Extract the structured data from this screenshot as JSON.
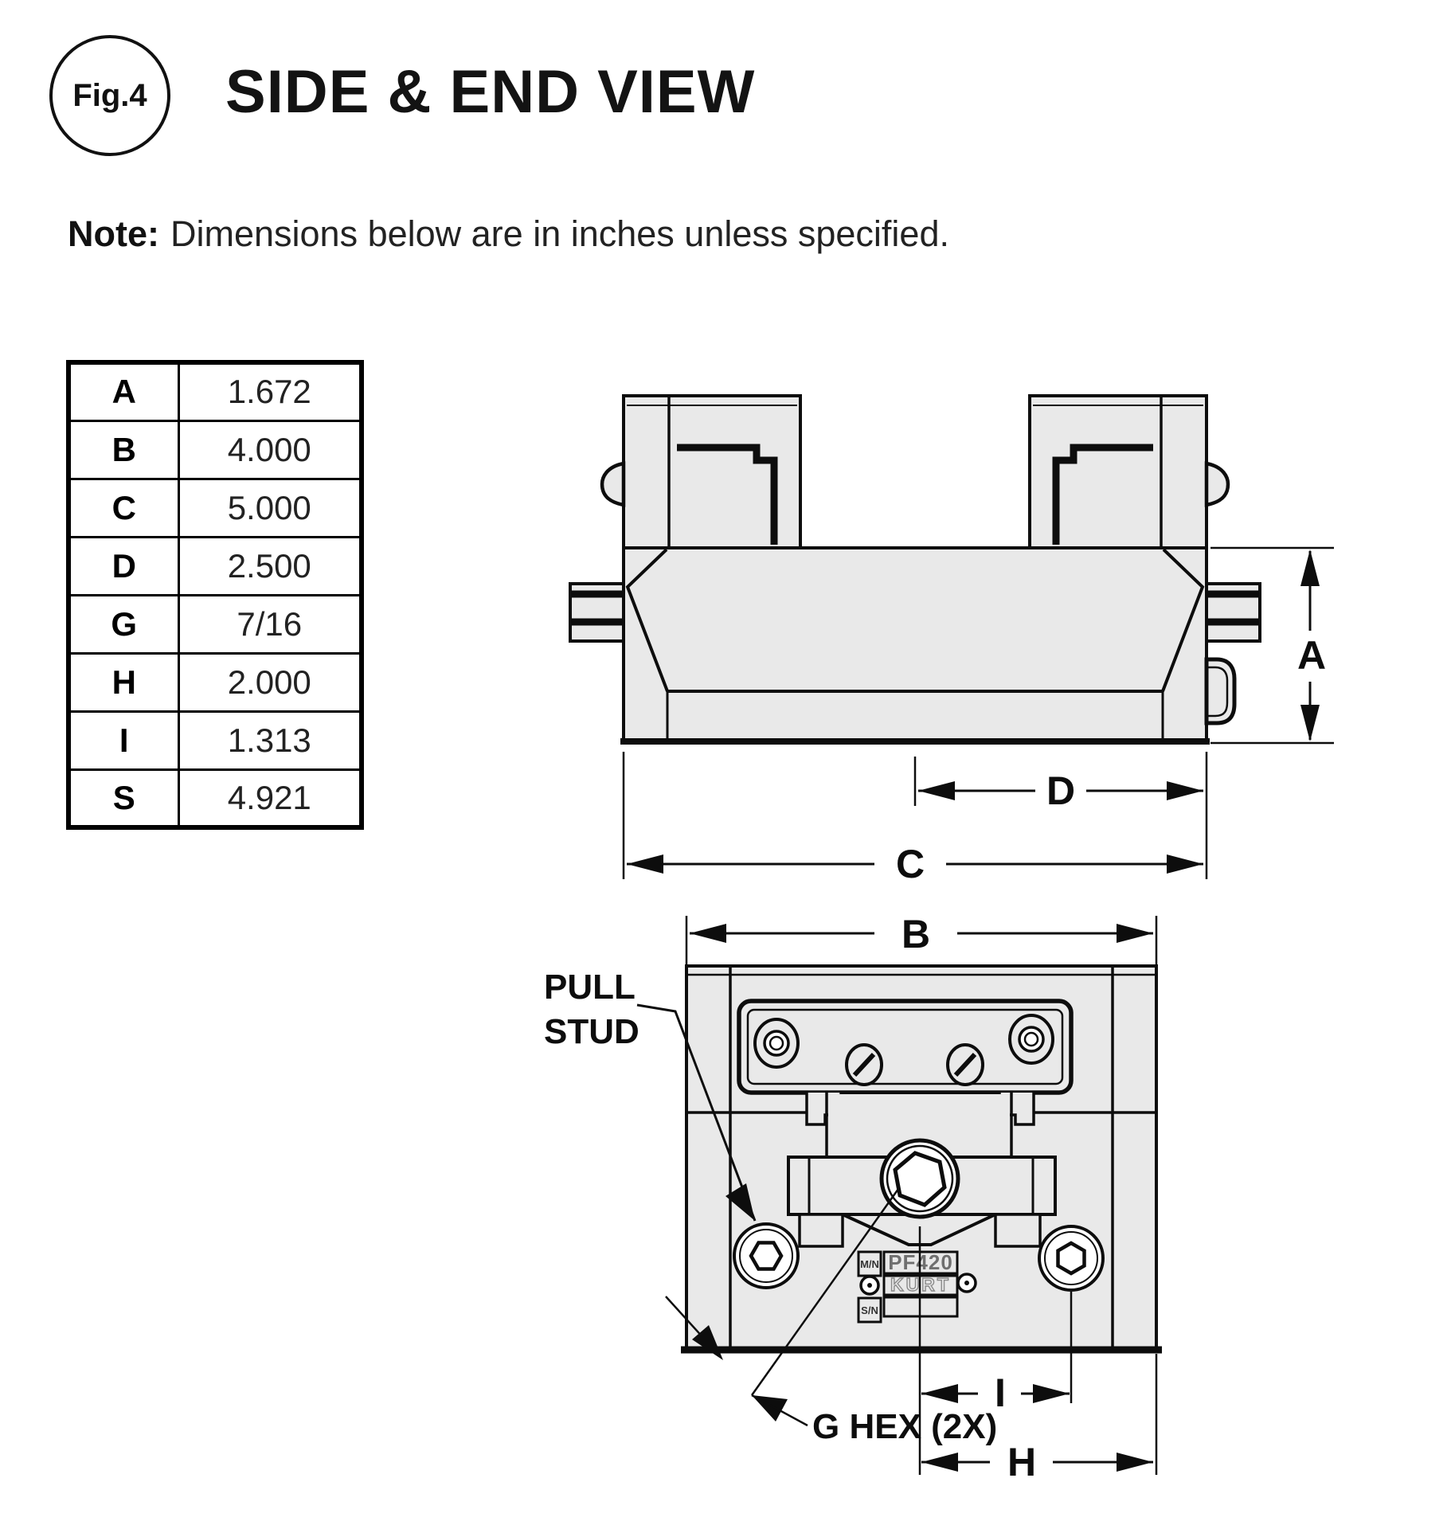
{
  "figure": {
    "badge_label": "Fig.4",
    "title": "SIDE & END VIEW"
  },
  "note": {
    "prefix": "Note:",
    "text": "Dimensions below are in inches unless specified."
  },
  "dimension_table": {
    "rows": [
      {
        "letter": "A",
        "value": "1.672"
      },
      {
        "letter": "B",
        "value": "4.000"
      },
      {
        "letter": "C",
        "value": "5.000"
      },
      {
        "letter": "D",
        "value": "2.500"
      },
      {
        "letter": "G",
        "value": "7/16"
      },
      {
        "letter": "H",
        "value": "2.000"
      },
      {
        "letter": "I",
        "value": "1.313"
      },
      {
        "letter": "S",
        "value": "4.921"
      }
    ]
  },
  "side_view": {
    "dim_a": "A",
    "dim_c": "C",
    "dim_d": "D"
  },
  "end_view": {
    "dim_b": "B",
    "dim_h": "H",
    "dim_i": "I",
    "pull_stud_line1": "PULL",
    "pull_stud_line2": "STUD",
    "g_hex_label": "G HEX (2X)",
    "nameplate": {
      "mn": "M/N",
      "sn": "S/N",
      "model": "PF420",
      "brand": "KURT"
    }
  },
  "colors": {
    "line": "#0d0d0d",
    "drawing_fill": "#e9e9e9",
    "background": "#ffffff"
  }
}
